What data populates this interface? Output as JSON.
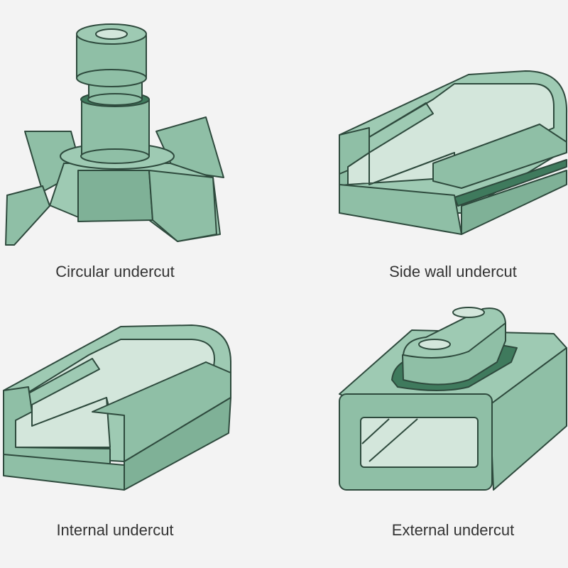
{
  "labels": {
    "circular": "Circular undercut",
    "side_wall": "Side wall undercut",
    "internal": "Internal undercut",
    "external": "External undercut"
  },
  "colors": {
    "background": "#f3f3f3",
    "part": "#8fbfa6",
    "undercut": "#3f7a5d",
    "cavity": "#d3e6db",
    "outline": "#2e4a3d"
  }
}
